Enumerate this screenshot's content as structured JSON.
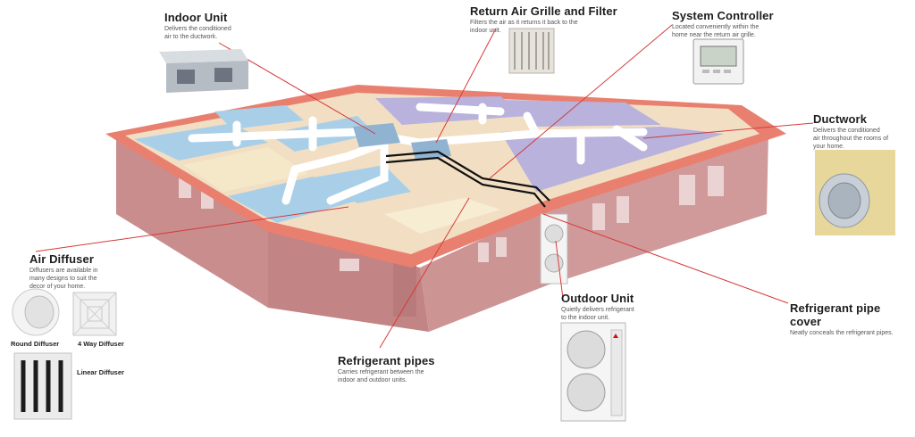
{
  "callouts": {
    "indoor_unit": {
      "title": "Indoor Unit",
      "desc1": "Delivers the conditioned",
      "desc2": "air to the ductwork."
    },
    "return_air": {
      "title": "Return Air Grille and Filter",
      "desc1": "Filters the air as it returns it back to the",
      "desc2": "indoor unit."
    },
    "system_controller": {
      "title": "System Controller",
      "desc1": "Located conveniently within the",
      "desc2": "home near the return air grille."
    },
    "ductwork": {
      "title": "Ductwork",
      "desc1": "Delivers the conditioned",
      "desc2": "air throughout the rooms of",
      "desc3": "your home."
    },
    "air_diffuser": {
      "title": "Air Diffuser",
      "desc1": "Diffusers are available in",
      "desc2": "many designs to suit the",
      "desc3": "decor of your home."
    },
    "refrigerant_pipes": {
      "title": "Refrigerant pipes",
      "desc1": "Carries refrigerant between the",
      "desc2": "indoor and outdoor units."
    },
    "outdoor_unit": {
      "title": "Outdoor Unit",
      "desc1": "Quietly delivers refrigerant",
      "desc2": "to the indoor unit."
    },
    "pipe_cover": {
      "title": "Refrigerant pipe cover",
      "desc1": "Neatly conceals the refrigerant pipes."
    }
  },
  "diffuser_types": {
    "round": "Round Diffuser",
    "four_way": "4 Way Diffuser",
    "linear": "Linear Diffuser"
  },
  "colors": {
    "roof_edge": "#e8786a",
    "roof_ceiling": "#f0dcc0",
    "wall": "#c88a8a",
    "room_blue": "#a9cfe8",
    "room_purple": "#b8b2dc",
    "duct": "#ffffff",
    "leader_line": "#d63a3a",
    "pipe": "#111111"
  }
}
